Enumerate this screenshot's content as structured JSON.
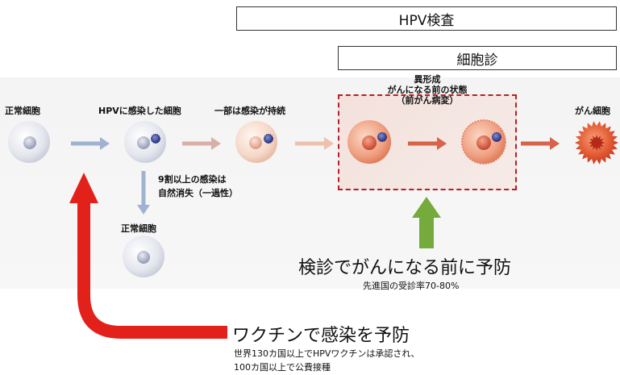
{
  "header": {
    "hpv_test": "HPV検査",
    "cytology": "細胞診"
  },
  "stages": {
    "normal": "正常細胞",
    "hpv_infected": "HPVに感染した細胞",
    "persistent": "一部は感染が持続",
    "dysplasia_line1": "異形成",
    "dysplasia_line2": "がんになる前の状態",
    "dysplasia_line3": "（前がん病変）",
    "cancer": "がん細胞"
  },
  "branch": {
    "line1": "9割以上の感染は",
    "line2": "自然消失（一過性）",
    "normal_again": "正常細胞"
  },
  "screening": {
    "title": "検診でがんになる前に予防",
    "subtitle": "先進国の受診率70-80%"
  },
  "vaccine": {
    "title": "ワクチンで感染を予防",
    "line1": "世界130カ国以上でHPVワクチンは承認され、",
    "line2": "100カ国以上で公費接種"
  },
  "colors": {
    "red_arrow": "#e3211b",
    "green_arrow": "#74ab3c",
    "blue_arrow": "#9fb2d2",
    "dysplasia_border": "#b5202a"
  }
}
